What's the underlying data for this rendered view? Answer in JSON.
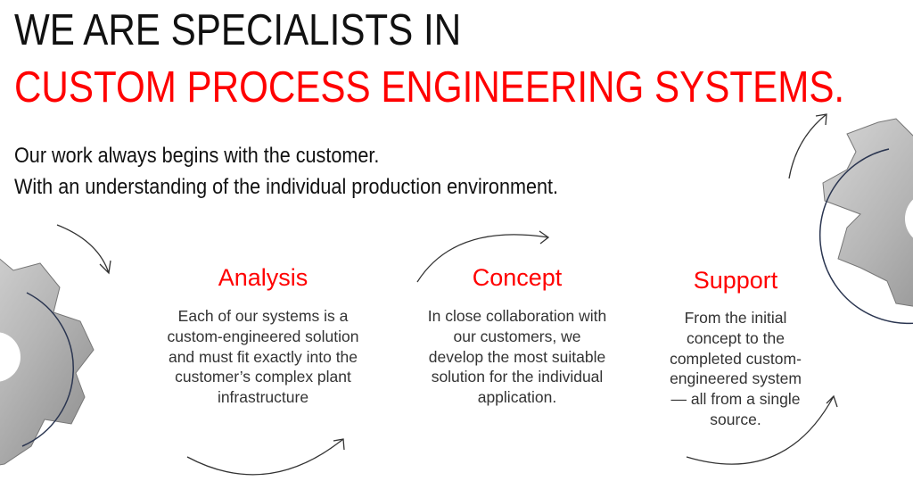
{
  "headline": {
    "line1": "WE ARE SPECIALISTS IN",
    "line2": "CUSTOM PROCESS ENGINEERING SYSTEMS."
  },
  "intro": {
    "line1": "Our work always begins with the customer.",
    "line2": "With an understanding of the individual production environment."
  },
  "steps": [
    {
      "title": "Analysis",
      "text": "Each of our systems is a custom-engineered solution and must fit exactly into the customer’s complex plant infrastructure"
    },
    {
      "title": "Concept",
      "text": "In close collaboration with our customers, we develop the most suitable solution for the individual application."
    },
    {
      "title": "Support",
      "text": "From the initial concept to the completed custom-engineered system — all from a single source."
    }
  ],
  "colors": {
    "accent": "#ff0000",
    "text": "#111111",
    "body": "#333333"
  }
}
